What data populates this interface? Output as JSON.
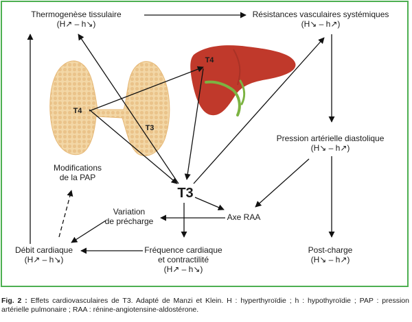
{
  "nodes": {
    "thermogenesis": {
      "title": "Thermogenèse tissulaire",
      "sub": "(H↗ – h↘)"
    },
    "resistances": {
      "title": "Résistances vasculaires systémiques",
      "sub": "(H↘ – h↗)"
    },
    "diastolic": {
      "title": "Pression artérielle diastolique",
      "sub": "(H↘ – h↗)"
    },
    "pap": {
      "line1": "Modifications",
      "line2": "de la PAP"
    },
    "t3_center": "T3",
    "preload": {
      "line1": "Variation",
      "line2": "de précharge"
    },
    "raa": "Axe RAA",
    "cardiac_output": {
      "title": "Débit cardiaque",
      "sub": "(H↗ – h↘)"
    },
    "heart_rate": {
      "line1": "Fréquence cardiaque",
      "line2": "et contractilité",
      "sub": "(H↗ – h↘)"
    },
    "afterload": {
      "title": "Post-charge",
      "sub": "(H↘ – h↗)"
    }
  },
  "organs": {
    "thyroid_t4": "T4",
    "thyroid_t3": "T3",
    "liver_t4": "T4"
  },
  "caption": {
    "label": "Fig. 2 :",
    "text": "Effets cardiovasculaires de T3. Adapté de Manzi et Klein. H : hyperthyroïdie ; h : hypothyroïdie ; PAP : pression artérielle pulmonaire ; RAA : rénine-angiotensine-aldostérone."
  },
  "colors": {
    "frame": "#4caf50",
    "liver": "#c0392b",
    "thyroid": "#f3d7a6",
    "gallbladder": "#7cb342"
  }
}
